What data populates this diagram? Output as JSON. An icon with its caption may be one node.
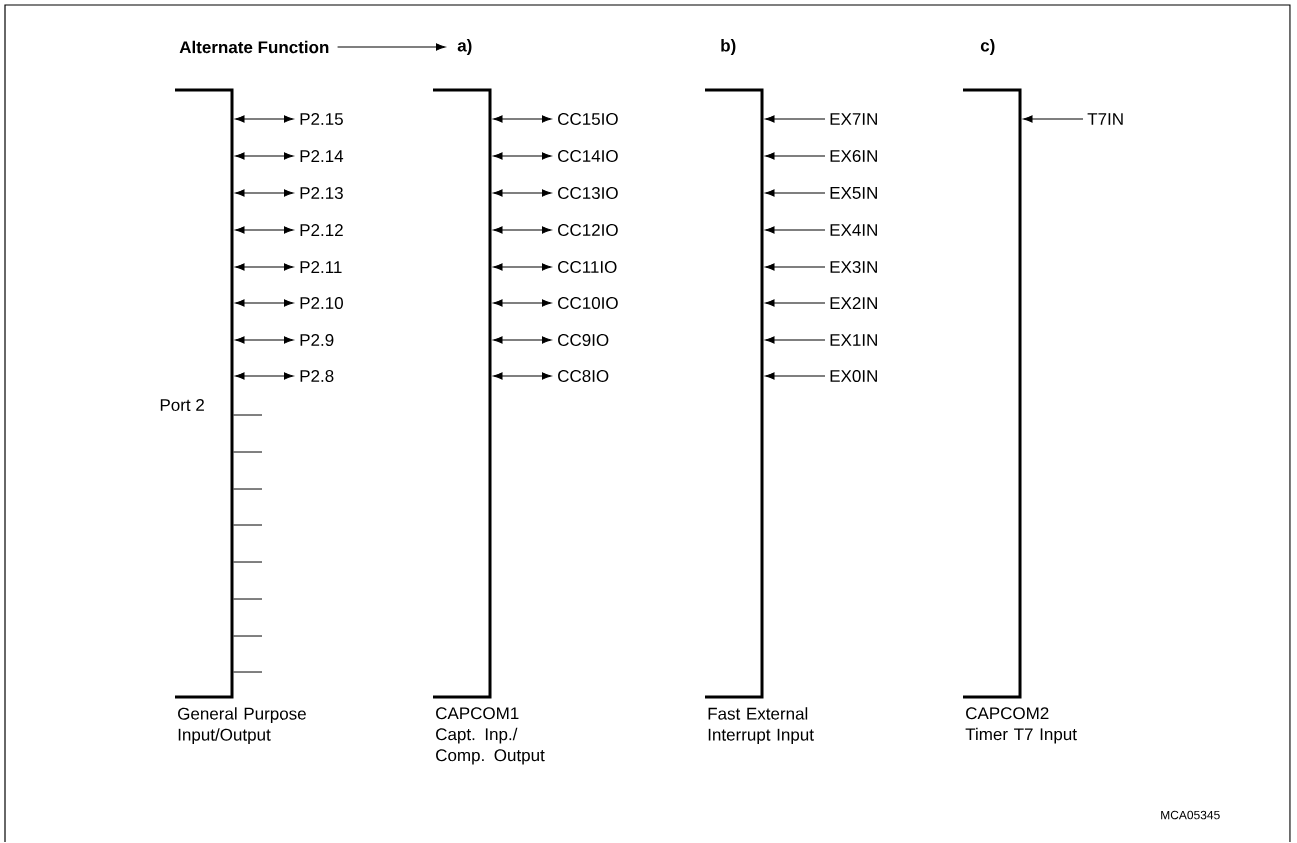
{
  "diagram": {
    "nodes": [
      {
        "text": [
          "Alternate Function"
        ]
      },
      {
        "text": [
          "a)"
        ]
      },
      {
        "text": [
          "Port 2"
        ],
        "beside": [
          "General Purpose Input/Output"
        ]
      },
      {
        "text": [
          "P2.15"
        ]
      },
      {
        "text": [
          "P2.14"
        ]
      },
      {
        "text": [
          "P2.13"
        ]
      },
      {
        "text": [
          "P2.12"
        ]
      },
      {
        "text": [
          "P2.11"
        ]
      },
      {
        "text": [
          "P2.10"
        ]
      },
      {
        "text": [
          "P2.9"
        ]
      },
      {
        "text": [
          "P2.8"
        ]
      },
      {
        "text": [],
        "shape": "bracket",
        "beside": [
          "CAPCOM1",
          "Capt. Inp./ Comp. Output"
        ]
      },
      {
        "text": [
          "CC15IO"
        ]
      },
      {
        "text": [
          "CC14IO"
        ]
      },
      {
        "text": [
          "CC13IO"
        ]
      },
      {
        "text": [
          "CC12IO"
        ]
      },
      {
        "text": [
          "CC11IO"
        ]
      },
      {
        "text": [
          "CC10IO"
        ]
      },
      {
        "text": [
          "CC9IO"
        ]
      },
      {
        "text": [
          "CC8IO"
        ]
      },
      {
        "text": [],
        "shape": "bracket",
        "beside": [
          "Fast External Interrupt Input"
        ]
      },
      {
        "text": [
          "EX7IN"
        ]
      },
      {
        "text": [
          "EX6IN"
        ]
      },
      {
        "text": [
          "EX5IN"
        ]
      },
      {
        "text": [
          "EX4IN"
        ]
      },
      {
        "text": [
          "EX3IN"
        ]
      },
      {
        "text": [
          "EX2IN"
        ]
      },
      {
        "text": [
          "EX1IN"
        ]
      },
      {
        "text": [
          "EX0IN"
        ]
      },
      {
        "text": [],
        "shape": "bracket",
        "beside": [
          "CAPCOM2",
          "Timer T7 Input"
        ]
      },
      {
        "text": [
          "T7IN"
        ]
      }
    ],
    "edges": [
      {
        "from": 0,
        "to": 1,
        "arrow": "to"
      },
      {
        "from": 2,
        "to": 3,
        "arrow": "both"
      },
      {
        "from": 2,
        "to": 4,
        "arrow": "both"
      },
      {
        "from": 2,
        "to": 5,
        "arrow": "both"
      },
      {
        "from": 2,
        "to": 6,
        "arrow": "both"
      },
      {
        "from": 2,
        "to": 7,
        "arrow": "both"
      },
      {
        "from": 2,
        "to": 8,
        "arrow": "both"
      },
      {
        "from": 2,
        "to": 9,
        "arrow": "both"
      },
      {
        "from": 2,
        "to": 10,
        "arrow": "both"
      },
      {
        "from": 2,
        "to": null,
        "arrow": "none"
      },
      {
        "from": 2,
        "to": null,
        "arrow": "none"
      },
      {
        "from": 2,
        "to": null,
        "arrow": "none"
      },
      {
        "from": 2,
        "to": null,
        "arrow": "none"
      },
      {
        "from": 2,
        "to": null,
        "arrow": "none"
      },
      {
        "from": 2,
        "to": null,
        "arrow": "none"
      },
      {
        "from": 2,
        "to": null,
        "arrow": "none"
      },
      {
        "from": 2,
        "to": null,
        "arrow": "none"
      },
      {
        "from": 11,
        "to": 12,
        "arrow": "both"
      },
      {
        "from": 11,
        "to": 13,
        "arrow": "both"
      },
      {
        "from": 11,
        "to": 14,
        "arrow": "both"
      },
      {
        "from": 11,
        "to": 15,
        "arrow": "both"
      },
      {
        "from": 11,
        "to": 16,
        "arrow": "both"
      },
      {
        "from": 11,
        "to": 17,
        "arrow": "both"
      },
      {
        "from": 11,
        "to": 18,
        "arrow": "both"
      },
      {
        "from": 11,
        "to": 19,
        "arrow": "both"
      },
      {
        "from": 21,
        "to": 20,
        "arrow": "to"
      },
      {
        "from": 22,
        "to": 20,
        "arrow": "to"
      },
      {
        "from": 23,
        "to": 20,
        "arrow": "to"
      },
      {
        "from": 24,
        "to": 20,
        "arrow": "to"
      },
      {
        "from": 25,
        "to": 20,
        "arrow": "to"
      },
      {
        "from": 26,
        "to": 20,
        "arrow": "to"
      },
      {
        "from": 27,
        "to": 20,
        "arrow": "to"
      },
      {
        "from": 28,
        "to": 20,
        "arrow": "to"
      },
      {
        "from": 30,
        "to": 29,
        "arrow": "to"
      }
    ],
    "labels": [
      "b)",
      "c)",
      "MCA05345"
    ]
  }
}
